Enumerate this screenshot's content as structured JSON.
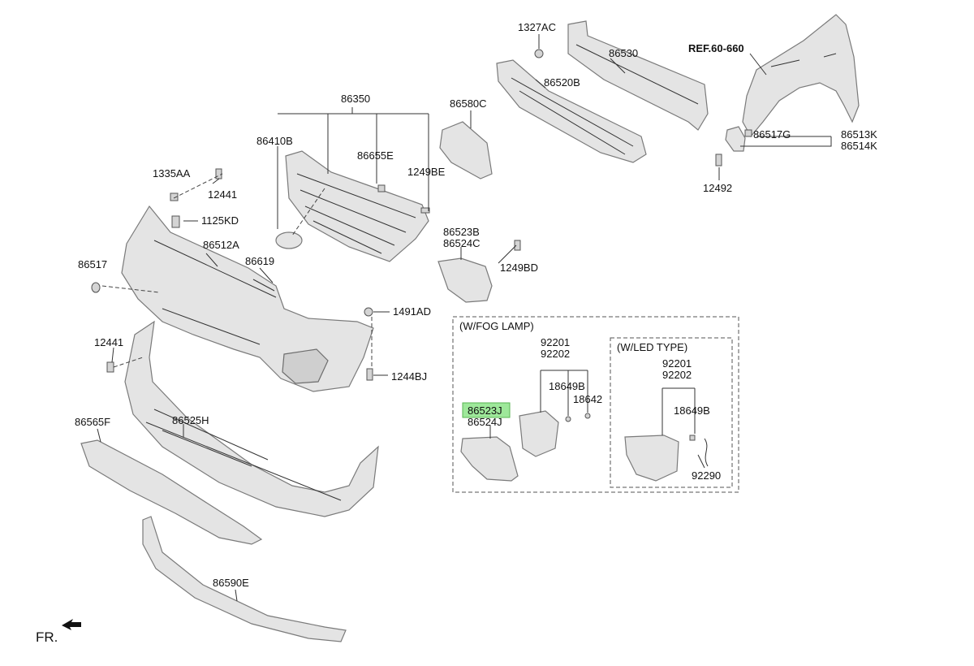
{
  "labels": {
    "p1327AC": "1327AC",
    "p86530": "86530",
    "ref": "REF.60-660",
    "p86520B": "86520B",
    "p86350": "86350",
    "p86580C": "86580C",
    "p86410B": "86410B",
    "p86655E": "86655E",
    "p1249BE": "1249BE",
    "p86517G": "86517G",
    "p86513K": "86513K",
    "p86514K": "86514K",
    "p12492": "12492",
    "p1335AA": "1335AA",
    "p12441a": "12441",
    "p1125KD": "1125KD",
    "p86523B": "86523B",
    "p86524C": "86524C",
    "p1249BD": "1249BD",
    "p86512A": "86512A",
    "p86619": "86619",
    "p86517": "86517",
    "p1491AD": "1491AD",
    "p12441b": "12441",
    "p1244BJ": "1244BJ",
    "p86565F": "86565F",
    "p86525H": "86525H",
    "p86590E": "86590E",
    "fr": "FR.",
    "wfog": "(W/FOG LAMP)",
    "f92201": "92201",
    "f92202": "92202",
    "f18649B": "18649B",
    "f18642": "18642",
    "f86523J": "86523J",
    "f86524J": "86524J",
    "wled": "(W/LED TYPE)",
    "l92201": "92201",
    "l92202": "92202",
    "l18649B": "18649B",
    "l92290": "92290"
  },
  "colors": {
    "highlight": "#9ee89a",
    "part_fill": "#e4e4e4",
    "line": "#333333"
  }
}
